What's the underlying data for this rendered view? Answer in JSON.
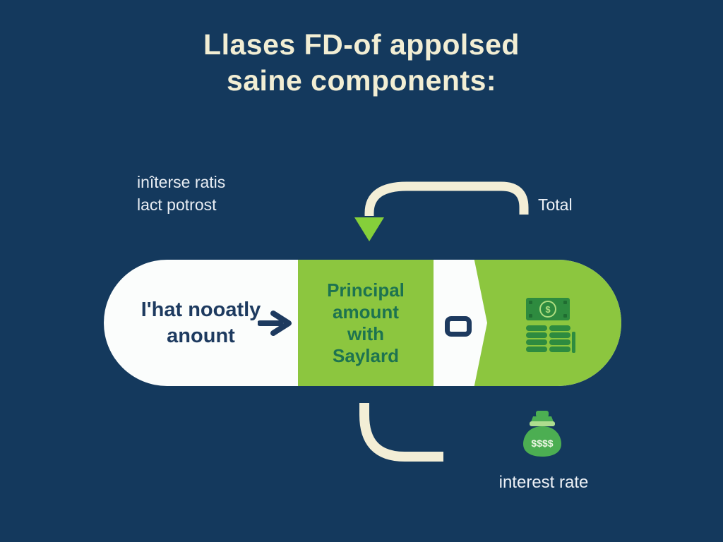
{
  "title": {
    "line1": "Llases FD-of appolsed",
    "line2": "saine components:"
  },
  "annotations": {
    "top_left_label": {
      "line1": "inîterse ratis",
      "line2": "lact potrost"
    },
    "total_label": "Total",
    "interest_rate_label": "interest rate"
  },
  "pill": {
    "left_segment": {
      "line1": "I'hat nooatly",
      "line2": "anount"
    },
    "middle_segment": {
      "line1": "Principal",
      "line2": "amount",
      "line3": "with",
      "line4": "Saylard"
    }
  },
  "icons": {
    "flow_arrow": "right-arrow-icon",
    "curved_total_arrow": "curved-down-arrow-icon",
    "divider_box": "rectangle-outline-icon",
    "banknote": "banknote-dollar-icon",
    "coins": "coin-stacks-icon",
    "money_bag": "money-bag-icon"
  },
  "banknote": {
    "symbol": "$"
  },
  "money_bag": {
    "label": "$$$$"
  },
  "colors": {
    "background": "#14395d",
    "cream": "#f3eed6",
    "lime_green": "#8cc63f",
    "arrowhead_green": "#85cf3a",
    "icon_green": "#2e8b3f",
    "navy_text": "#1d3a5f",
    "segment_text_green": "#1d7350",
    "bag_green": "#4cae52",
    "white": "#fbfdfc"
  }
}
